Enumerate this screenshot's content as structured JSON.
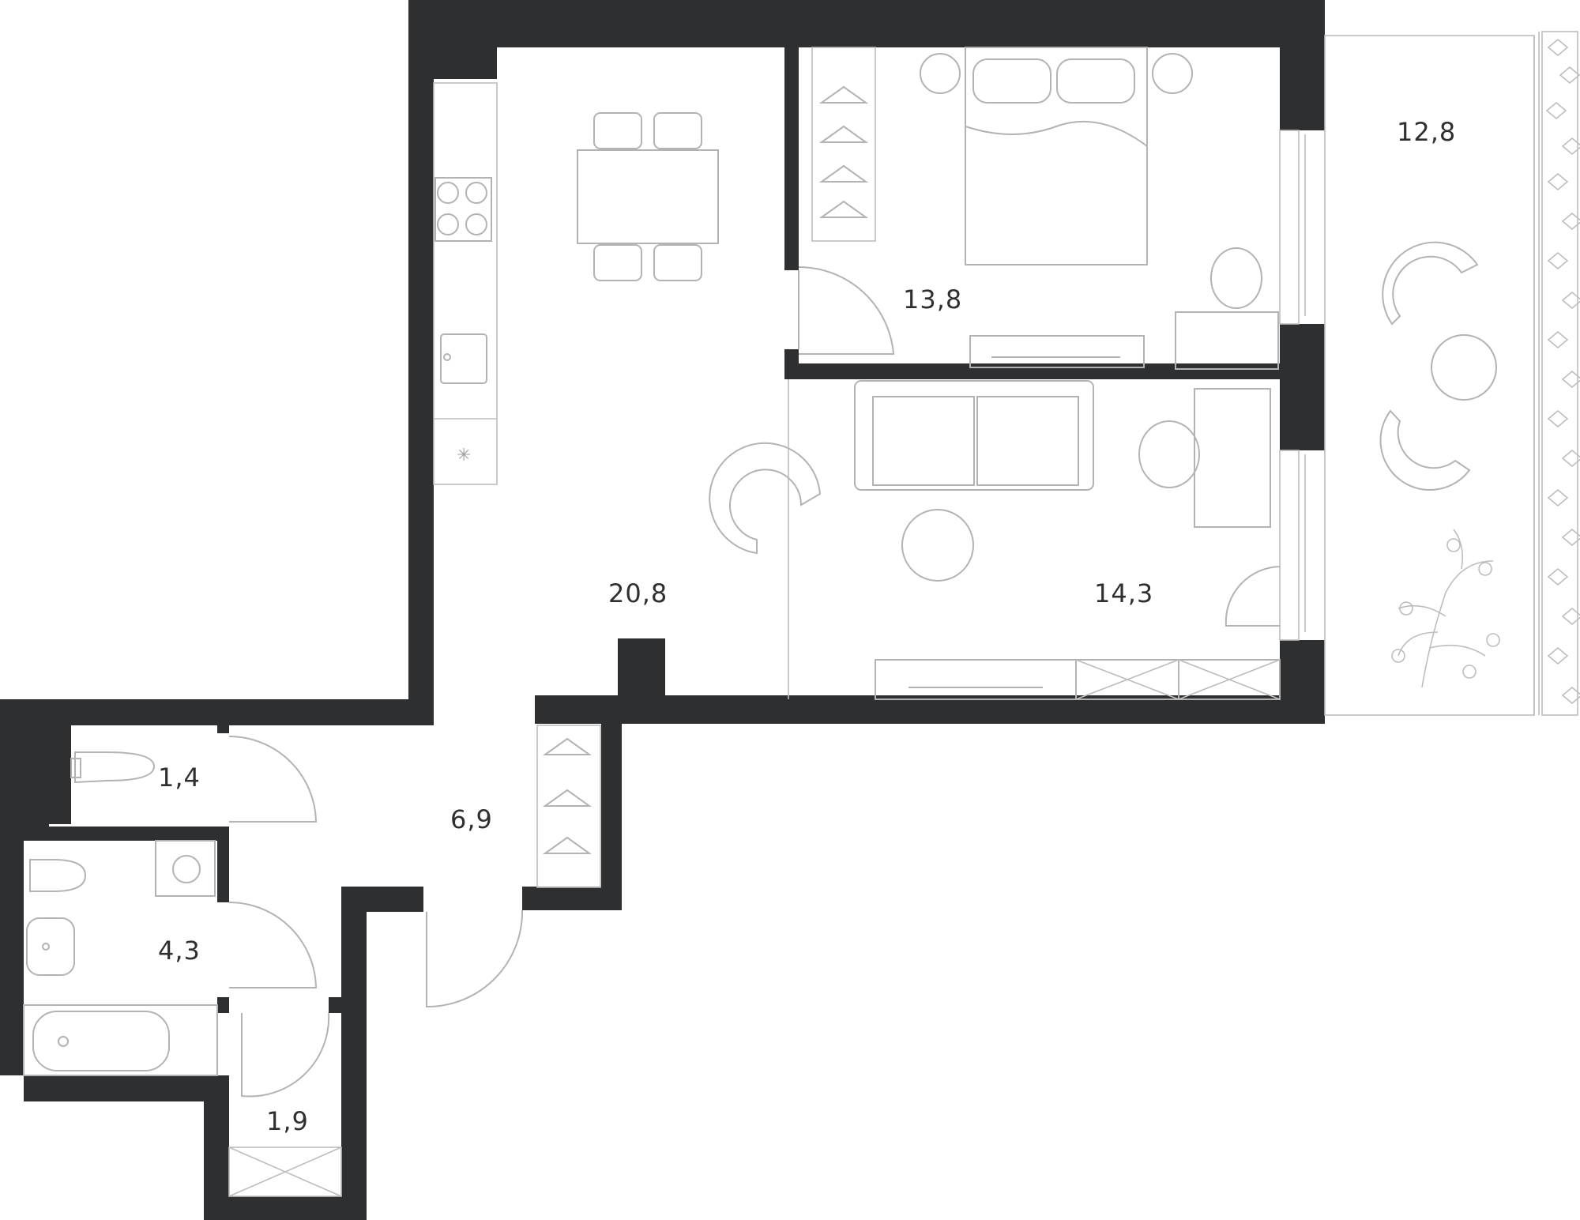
{
  "rooms": {
    "kitchen_living": {
      "area": "20,8"
    },
    "bedroom": {
      "area": "13,8"
    },
    "living_room": {
      "area": "14,3"
    },
    "balcony": {
      "area": "12,8"
    },
    "hallway": {
      "area": "6,9"
    },
    "toilet": {
      "area": "1,4"
    },
    "bathroom": {
      "area": "4,3"
    },
    "storage": {
      "area": "1,9"
    }
  },
  "colors": {
    "wall": "#2e2f31",
    "furniture_line": "#b3b3b3",
    "background": "#ffffff"
  },
  "icons": [
    "door-swing-icon",
    "stove-icon",
    "sink-icon",
    "fridge-icon",
    "hanger-icon",
    "bed-icon",
    "chair-icon",
    "table-icon",
    "sofa-icon",
    "toilet-icon",
    "bathtub-icon",
    "washing-machine-icon",
    "plant-icon"
  ]
}
